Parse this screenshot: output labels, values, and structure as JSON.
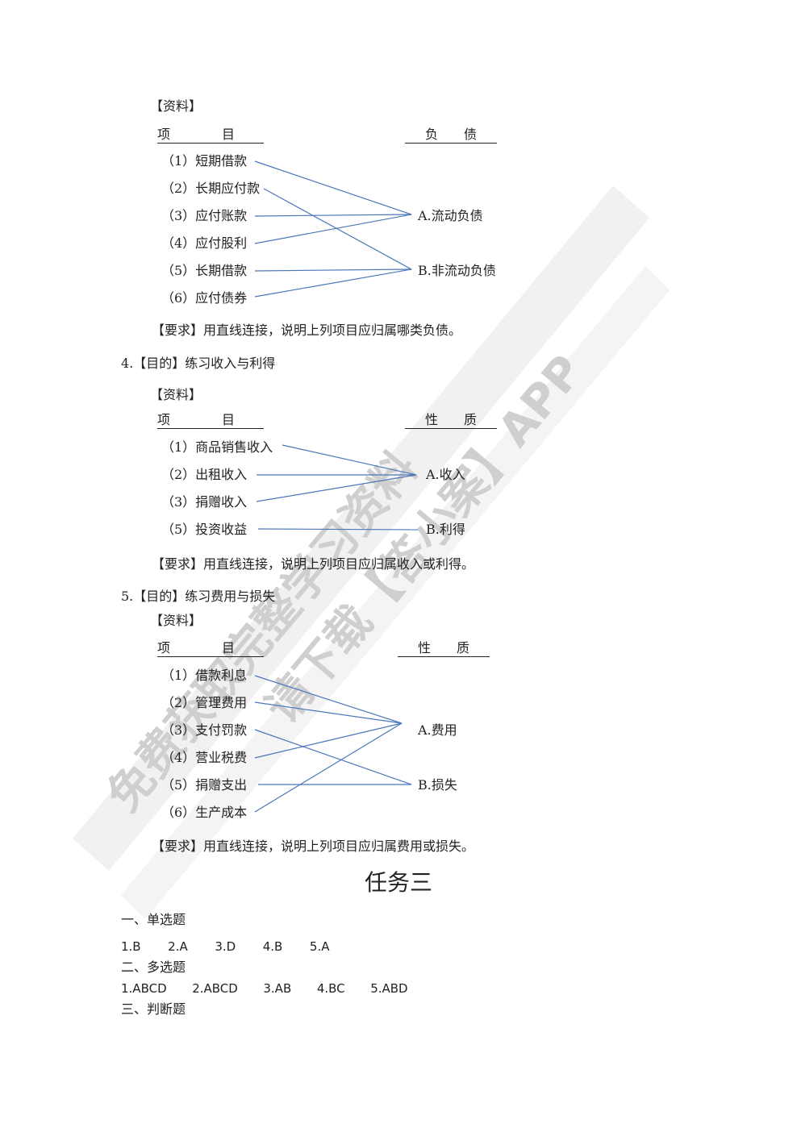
{
  "sections": {
    "s3": {
      "material": "【资料】",
      "col_item": "项　　　　目",
      "col_right": "负　　债",
      "items": [
        "（1）短期借款",
        "（2）长期应付款",
        "（3）应付账款",
        "（4）应付股利",
        "（5）长期借款",
        "（6）应付债券"
      ],
      "targets": [
        "A.流动负债",
        "B.非流动负债"
      ],
      "links": [
        [
          0,
          0
        ],
        [
          1,
          1
        ],
        [
          2,
          0
        ],
        [
          3,
          0
        ],
        [
          4,
          1
        ],
        [
          5,
          1
        ]
      ],
      "requirement": "【要求】用直线连接，说明上列项目应归属哪类负债。"
    },
    "s4": {
      "heading": "4.【目的】练习收入与利得",
      "material": "【资料】",
      "col_item": "项　　　　目",
      "col_right": "性　　质",
      "items": [
        "（1）商品销售收入",
        "（2）出租收入",
        "（3）捐赠收入",
        "（5）投资收益"
      ],
      "targets": [
        "A.收入",
        "B.利得"
      ],
      "links": [
        [
          0,
          0
        ],
        [
          1,
          0
        ],
        [
          2,
          0
        ],
        [
          3,
          1
        ]
      ],
      "requirement": "【要求】用直线连接，说明上列项目应归属收入或利得。"
    },
    "s5": {
      "heading": "5.【目的】练习费用与损失",
      "material": "【资料】",
      "col_item": "项　　　　目",
      "col_right": "性　　质",
      "items": [
        "（1）借款利息",
        "（2）管理费用",
        "（3）支付罚款",
        "（4）营业税费",
        "（5）捐赠支出",
        "（6）生产成本"
      ],
      "targets": [
        "A.费用",
        "B.损失"
      ],
      "links": [
        [
          0,
          0
        ],
        [
          1,
          0
        ],
        [
          2,
          1
        ],
        [
          3,
          0
        ],
        [
          4,
          1
        ],
        [
          5,
          0
        ]
      ],
      "requirement": "【要求】用直线连接，说明上列项目应归属费用或损失。"
    }
  },
  "task": {
    "title": "任务三",
    "single_heading": "一、单选题",
    "single_answers": [
      "1.B",
      "2.A",
      "3.D",
      "4.B",
      "5.A"
    ],
    "multi_heading": "二、多选题",
    "multi_answers": [
      "1.ABCD",
      "2.ABCD",
      "3.AB",
      "4.BC",
      "5.ABD"
    ],
    "judge_heading": "三、判断题"
  },
  "watermark": {
    "line1": "免费获取完整学习资料",
    "line2": "请下载【答小案】APP"
  },
  "colors": {
    "link_line": "#4a76b8",
    "watermark": "#d9d9d9"
  }
}
